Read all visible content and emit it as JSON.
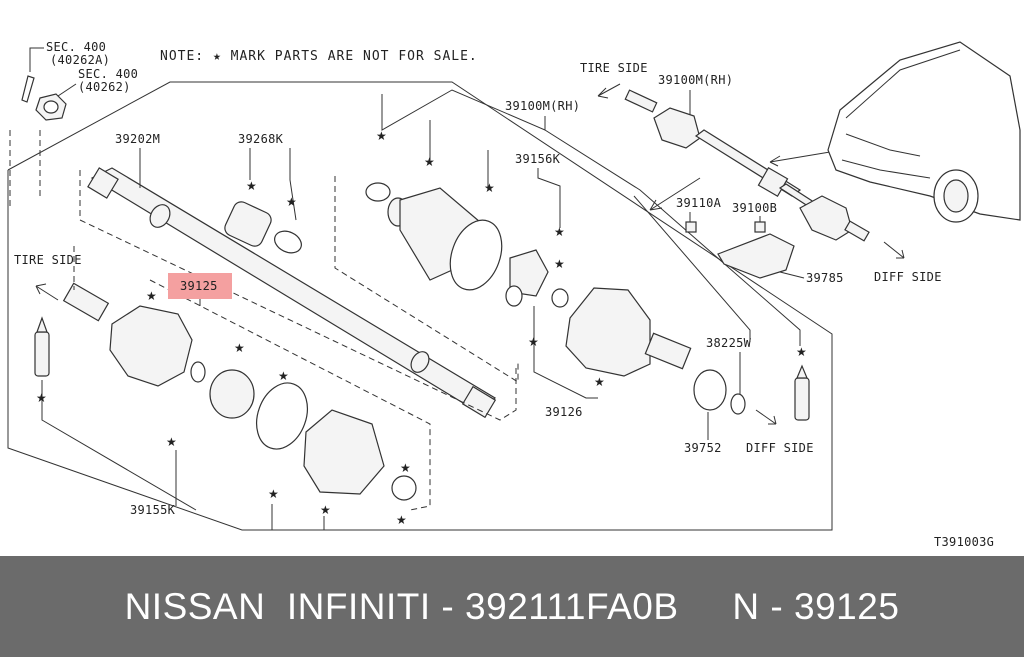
{
  "diagram": {
    "note": "NOTE: ★ MARK PARTS ARE NOT FOR SALE.",
    "drawing_code": "T391003G",
    "highlight_label": "39125",
    "labels": {
      "sec400_a": "SEC. 400",
      "sec400_a_sub": "(40262A)",
      "sec400_b": "SEC. 400",
      "sec400_b_sub": "(40262)",
      "p39202m": "39202M",
      "p39268k": "39268K",
      "p39100m_mid": "39100M(RH)",
      "p39100m_top": "39100M(RH)",
      "p39156k": "39156K",
      "p39110a": "39110A",
      "p39100b": "39100B",
      "p39785": "39785",
      "p38225w": "38225W",
      "p39126": "39126",
      "p39752": "39752",
      "p39155k": "39155K",
      "tire_side_top": "TIRE SIDE",
      "tire_side_left": "TIRE SIDE",
      "diff_side_top": "DIFF SIDE",
      "diff_side_bottom": "DIFF SIDE"
    }
  },
  "footer": {
    "text": "NISSAN  INFINITI - 392111FA0B     N - 39125"
  }
}
